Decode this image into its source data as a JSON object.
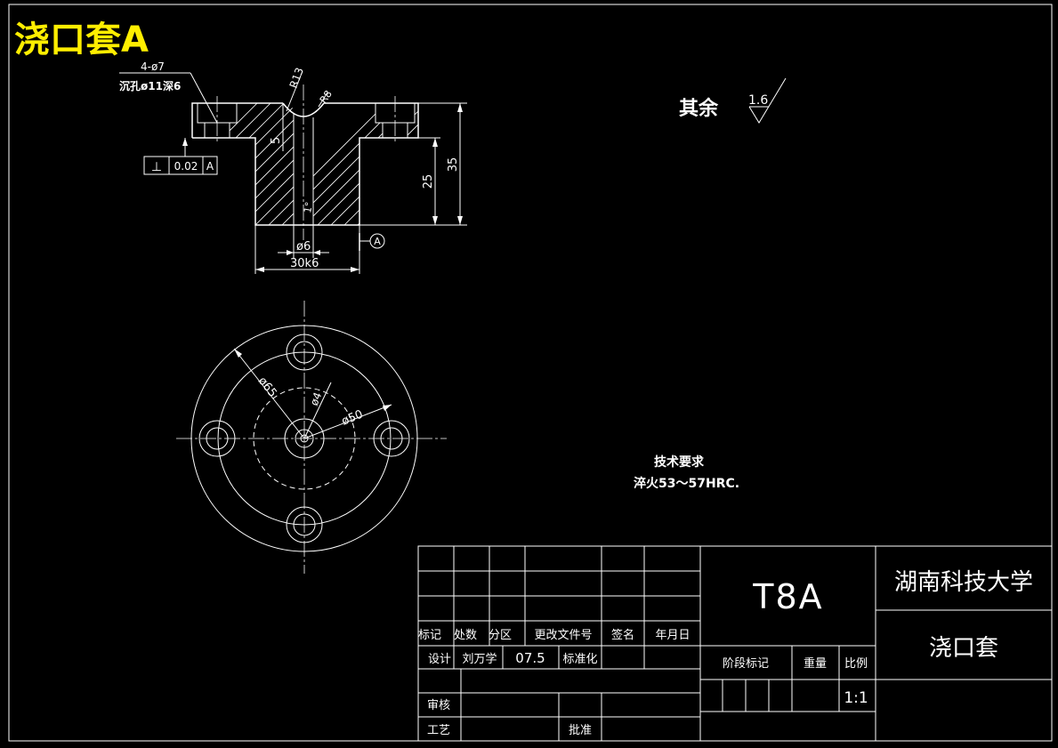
{
  "title": "浇口套A",
  "roughness": {
    "prefix": "其余",
    "value": "1.6"
  },
  "callout": {
    "holes": "4-ø7",
    "counterbore": "沉孔ø11深6"
  },
  "tolerance_frame": {
    "symbol": "⊥",
    "value": "0.02",
    "datum": "A"
  },
  "datum_label": "A",
  "dims": {
    "r13": "R13",
    "r8": "R8",
    "d5": "5",
    "d25": "25",
    "d35": "35",
    "phi6": "ø6",
    "fit": "30k6",
    "taper": "1°",
    "phi65": "ø65",
    "phi4": "ø4",
    "phi50": "ø50"
  },
  "tech": {
    "heading": "技术要求",
    "line": "淬火53～57HRC."
  },
  "titleblock": {
    "material": "T8A",
    "school": "湖南科技大学",
    "part": "浇口套",
    "headers": [
      "标记",
      "处数",
      "分区",
      "更改文件号",
      "签名",
      "年月日"
    ],
    "design_label": "设计",
    "designer": "刘万学",
    "date": "07.5",
    "standard_label": "标准化",
    "stage_label": "阶段标记",
    "weight_label": "重量",
    "scale_label": "比例",
    "scale": "1:1",
    "review_label": "审核",
    "process_label": "工艺",
    "approve_label": "批准"
  }
}
